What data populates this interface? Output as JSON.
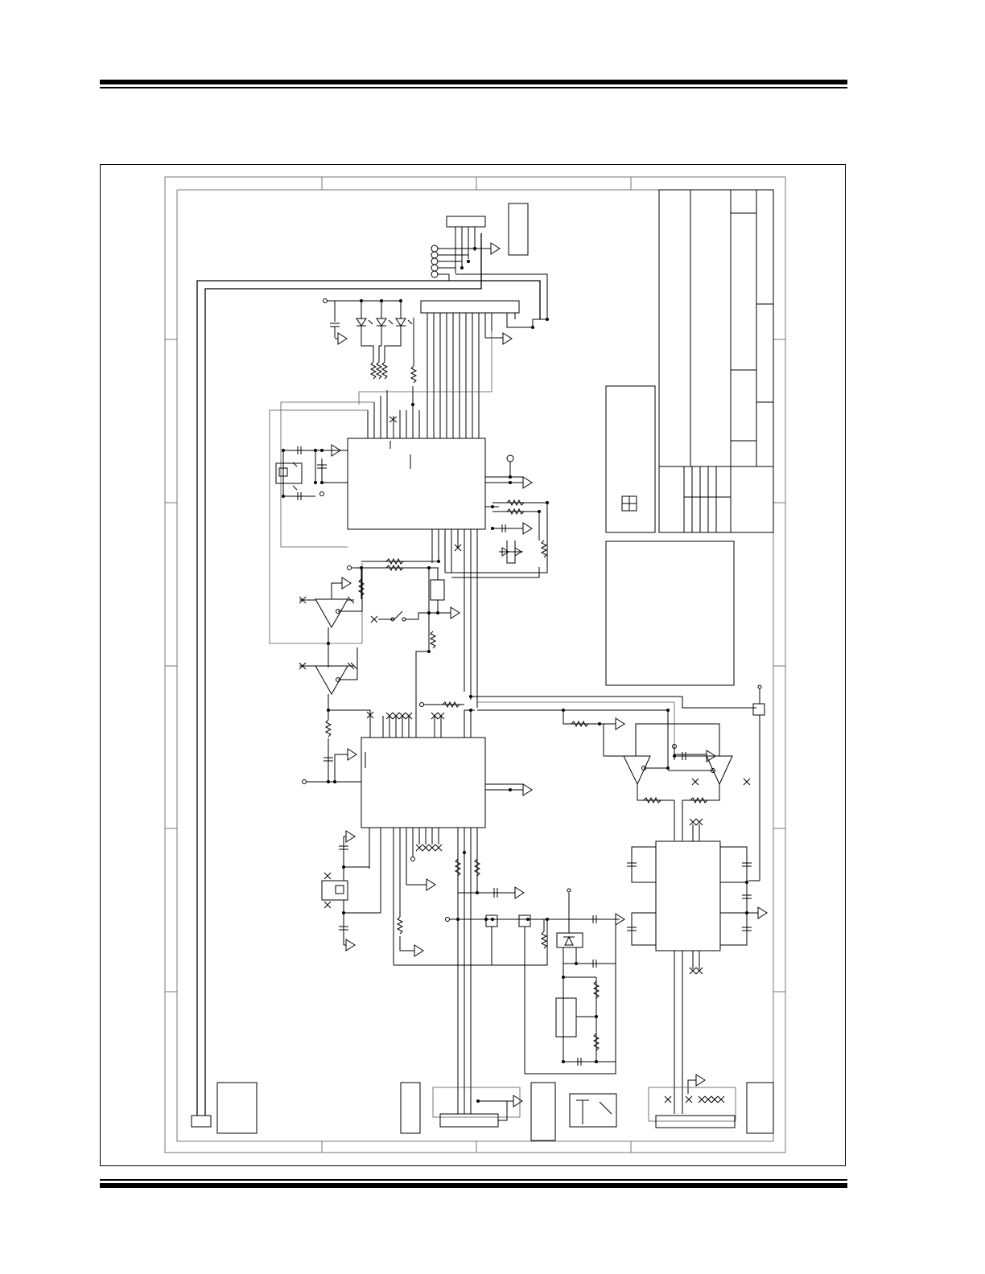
{
  "page": {
    "top_rules": 2,
    "bottom_rules": 2
  },
  "schematic": {
    "components": [
      "header-connector-top",
      "led-array",
      "led-header-connector",
      "microcontroller-u1",
      "crystal-oscillator-1",
      "op-amp-1",
      "op-amp-2",
      "microcontroller-u2",
      "crystal-oscillator-2",
      "op-amp-3",
      "op-amp-4",
      "interface-ic-u3",
      "mosfet-pair",
      "voltage-regulator",
      "bottom-connector-left",
      "bottom-connector-center",
      "bottom-connector-right",
      "title-block",
      "notes-box",
      "revision-box"
    ]
  }
}
